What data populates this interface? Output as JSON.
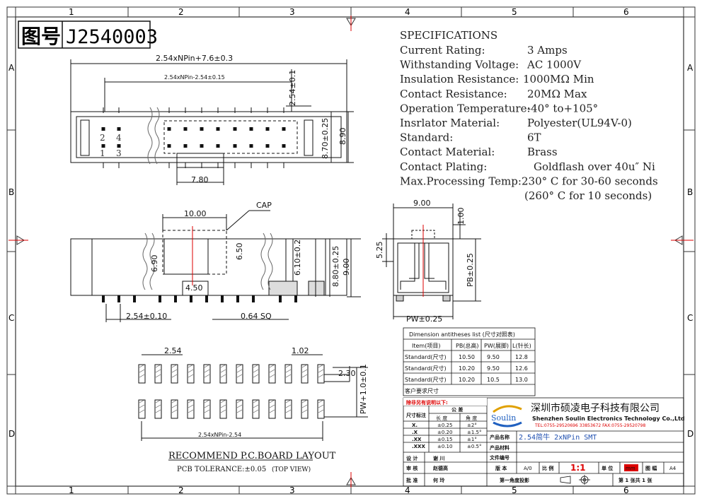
{
  "drawing_no_label": "图号",
  "drawing_no": "J2540003",
  "zones_top": [
    "1",
    "2",
    "3",
    "4",
    "5",
    "6"
  ],
  "zones_side": [
    "A",
    "B",
    "C",
    "D"
  ],
  "spec": {
    "title": "SPECIFICATIONS",
    "rows": [
      {
        "k": "Current Rating:",
        "v": "3 Amps"
      },
      {
        "k": "Withstanding Voltage:",
        "v": "AC  1000V"
      },
      {
        "k": "Insulation Resistance:",
        "v": "1000MΩ   Min"
      },
      {
        "k": "Contact Resistance:",
        "v": "20MΩ  Max"
      },
      {
        "k": "Operation Temperature:",
        "v": "-40° to+105°"
      },
      {
        "k": "Insrlator Material:",
        "v": "Polyester(UL94V-0)"
      },
      {
        "k": "Standard:",
        "v": "6T"
      },
      {
        "k": "Contact Material:",
        "v": "Brass"
      },
      {
        "k": "Contact Plating:",
        "v": "Goldflash over 40u″ Ni"
      },
      {
        "k": "Max.Processing Temp:",
        "v": "230° C for 30-60 seconds"
      },
      {
        "k": "",
        "v": "(260° C for 10 seconds)"
      }
    ]
  },
  "top_view": {
    "dim_total": "2.54xNPin+7.6±0.3",
    "dim_inner": "2.54xNPin-2.54±0.15",
    "dim_pitch": "2.54±0.1",
    "dim_870": "8.70±0.25",
    "dim_890": "8.90",
    "dim_780": "7.80",
    "pin_nums": [
      "2",
      "4",
      "1",
      "3"
    ]
  },
  "side_view": {
    "cap": "CAP",
    "dim_1000": "10.00",
    "dim_690": "6.90",
    "dim_650": "6.50",
    "dim_450": "4.50",
    "dim_610": "6.10±0.2",
    "dim_880": "8.80±0.25",
    "dim_900v": "9.00",
    "dim_254": "2.54±0.10",
    "dim_064": "0.64 SQ"
  },
  "end_view": {
    "dim_900": "9.00",
    "dim_100": "1.00",
    "dim_525": "5.25",
    "dim_pb": "PB±0.25",
    "dim_pw": "PW±0.25"
  },
  "dim_table": {
    "title": "Dimension antitheses list (尺寸对照表)",
    "headers": [
      "Item(项目)",
      "PB(总高)",
      "PW(展脚)",
      "L(针长)"
    ],
    "rows": [
      [
        "Standard(尺寸)",
        "10.50",
        "9.50",
        "12.8"
      ],
      [
        "Standard(尺寸)",
        "10.20",
        "9.50",
        "12.6"
      ],
      [
        "Standard(尺寸)",
        "10.20",
        "10.5",
        "13.0"
      ],
      [
        "客户要求尺寸",
        "",
        "",
        ""
      ]
    ]
  },
  "pcb": {
    "dim_254": "2.54",
    "dim_102": "1.02",
    "dim_230": "2.30",
    "dim_pw": "PW+1.0±0.1",
    "dim_bottom": "2.54xNPin-2.54",
    "title": "RECOMMEND P.C.BOARD LAYOUT",
    "tolerance": "PCB TOLERANCE:±0.05",
    "view": "(TOP VIEW)"
  },
  "title_block": {
    "note": "除非另有说明以下:",
    "tol_label": "尺寸标注",
    "tol_head": "公 差",
    "tol_cols": [
      "长 度",
      "角 度"
    ],
    "tol_rows": [
      [
        "X.",
        "±0.25",
        "±2°"
      ],
      [
        ".X",
        "±0.20",
        "±1.5°"
      ],
      [
        ".XX",
        "±0.15",
        "±1°"
      ],
      [
        ".XXX",
        "±0.10",
        "±0.5°"
      ]
    ],
    "company_cn": "深圳市硕凌电子科技有限公司",
    "company_en": "Shenzhen Soulin Electronics Technology Co.,Ltd",
    "tel": "TEL:0755-29520696 33853672   FAX:0755-29520798",
    "logo": "Soulin",
    "product_name_label": "产品名称",
    "product_name": "2.54简牛 2xNPin SMT",
    "material_label": "产品材料",
    "file_label": "文件编号",
    "design_label": "设 计",
    "design_name": "谢  川",
    "check_label": "审 核",
    "check_name": "赵德高",
    "approve_label": "批 准",
    "approve_name": "何  玲",
    "version_label": "版 本",
    "version": "A/0",
    "scale_label": "比 例",
    "scale": "1:1",
    "unit_label": "单 位",
    "unit": "mm",
    "size_label": "图 幅",
    "size": "A4",
    "proj_label": "第一角度投影",
    "sheet": "第 1  张共 1  张"
  }
}
